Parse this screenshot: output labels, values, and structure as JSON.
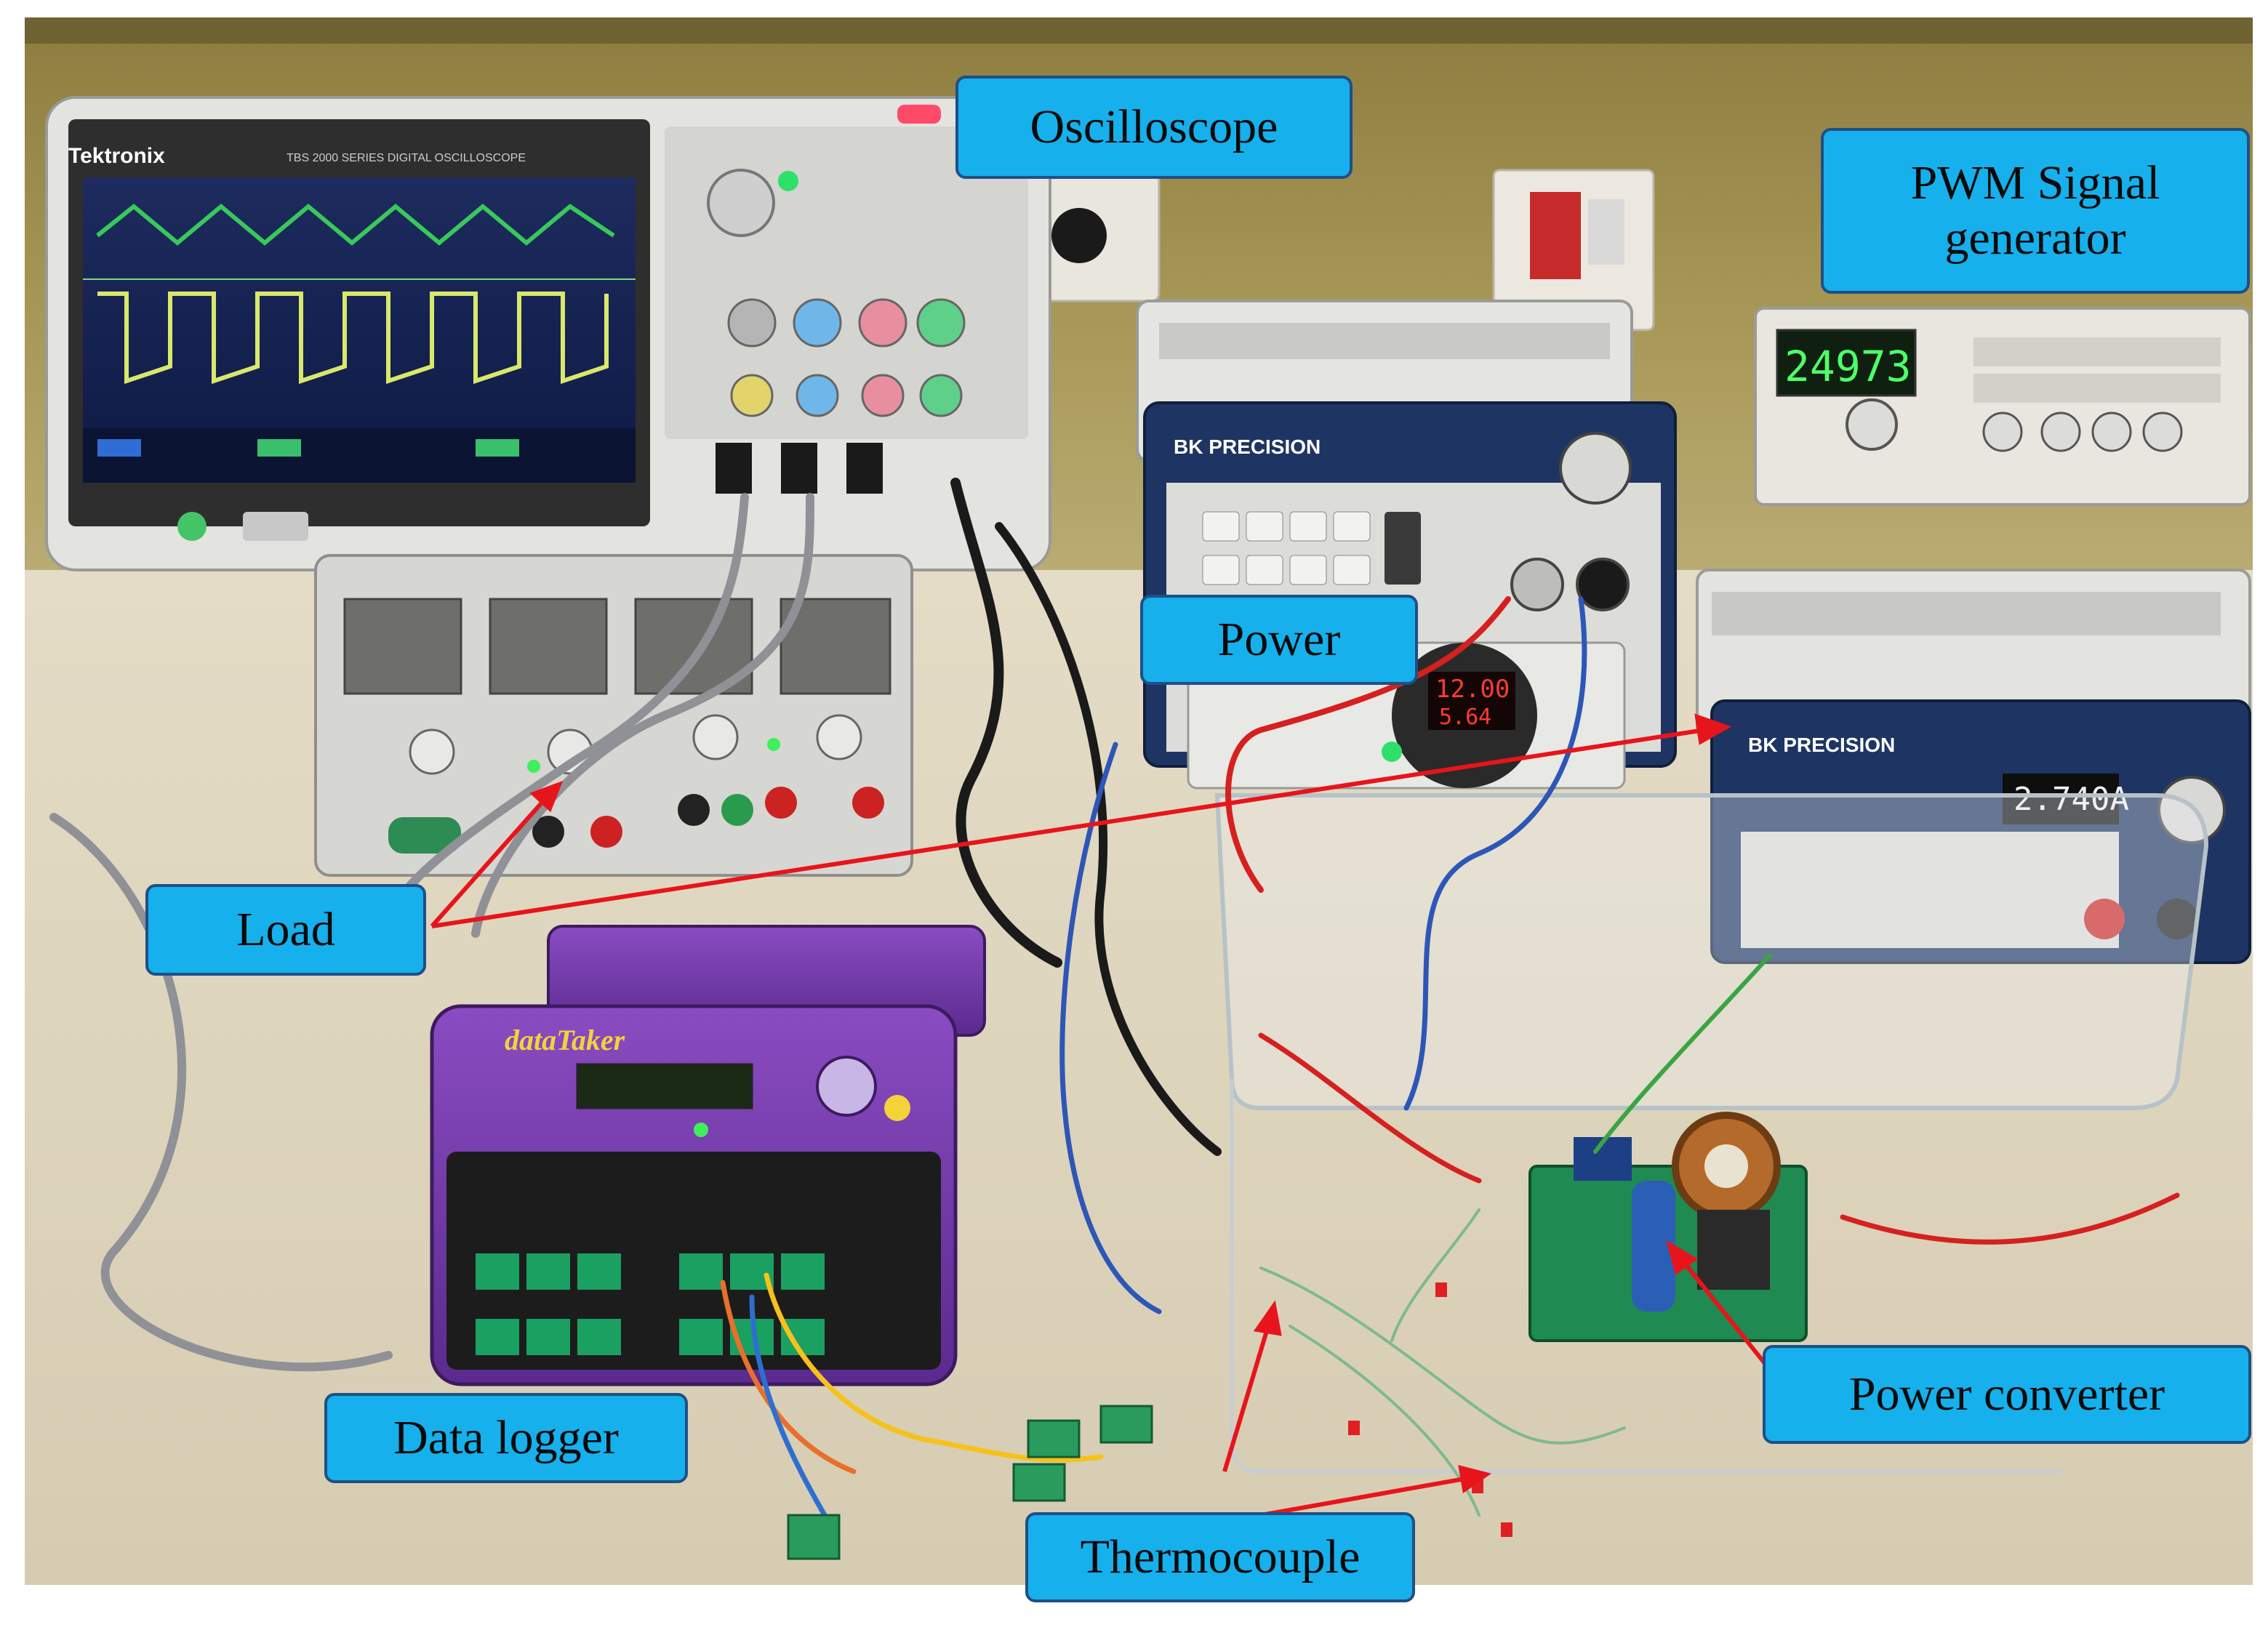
{
  "labels": {
    "oscilloscope": "Oscilloscope",
    "pwm_line1": "PWM Signal",
    "pwm_line2": "generator",
    "power": "Power",
    "load": "Load",
    "data_logger": "Data logger",
    "thermocouple": "Thermocouple",
    "power_converter": "Power converter"
  },
  "device_text": {
    "scope_brand": "Tektronix",
    "scope_series": "TBS 2000 SERIES  DIGITAL OSCILLOSCOPE",
    "bk_brand_1": "BK PRECISION",
    "bk_brand_2": "BK PRECISION",
    "generator_display": "24973",
    "load_display": "2.740A",
    "supply_display_1": "12.00",
    "supply_display_2": "5.64",
    "logger_brand": "dataTaker"
  },
  "colors": {
    "callout_fill": "#16b0ec",
    "callout_border": "#1f4f86",
    "arrow": "#e8141c"
  }
}
